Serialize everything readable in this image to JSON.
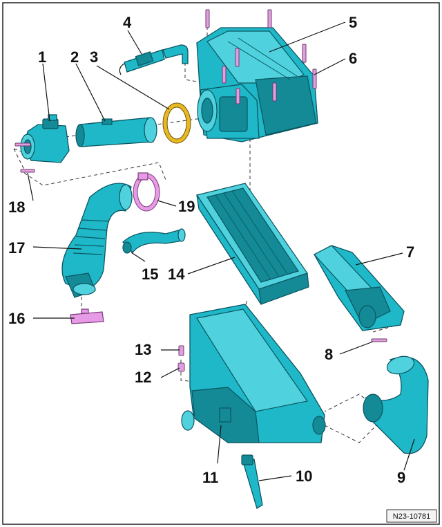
{
  "reference_code": "N23-10781",
  "labels": [
    "1",
    "2",
    "3",
    "4",
    "5",
    "6",
    "7",
    "8",
    "9",
    "10",
    "11",
    "12",
    "13",
    "14",
    "15",
    "16",
    "17",
    "18",
    "19"
  ],
  "colors": {
    "component": "#1fb8c8",
    "clamp": "#e79ae6",
    "seal_ring": "#e8b81e",
    "line": "#111111"
  }
}
